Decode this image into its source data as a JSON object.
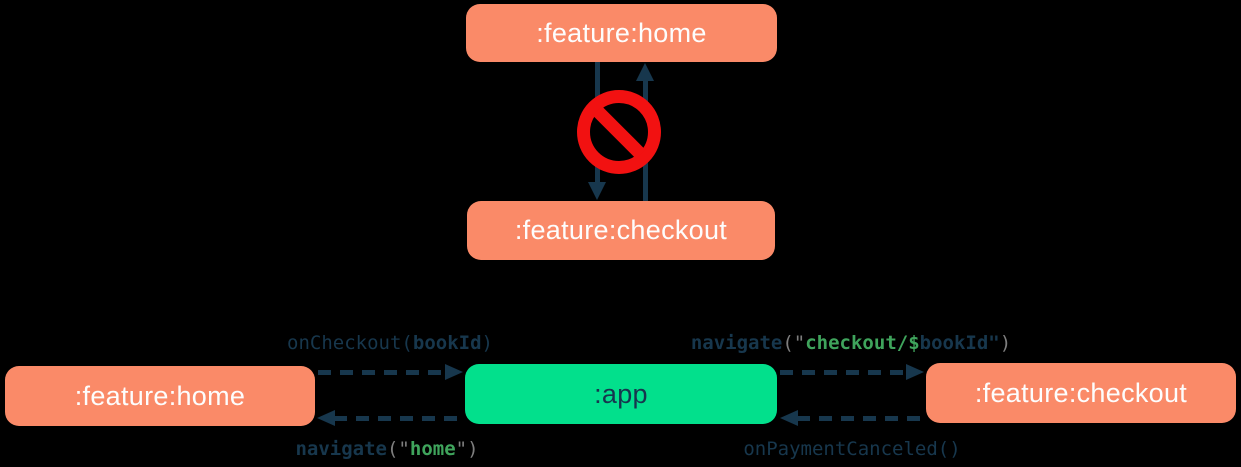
{
  "colors": {
    "background": "#000000",
    "feature_box": "#FA8A68",
    "app_box": "#02E08C",
    "feature_box_text": "#FDFDFD",
    "app_box_text": "#17364E",
    "arrow_navy": "#17374D",
    "code_navy": "#17374D",
    "code_green": "#3FA45C",
    "code_gray": "#7E7E7E",
    "no_entry_red": "#F21111"
  },
  "top_diagram": {
    "boxes": {
      "home": ":feature:home",
      "checkout": ":feature:checkout"
    },
    "no_entry_icon": "no-entry-sign"
  },
  "bottom_diagram": {
    "boxes": {
      "home": ":feature:home",
      "app": ":app",
      "checkout": ":feature:checkout"
    },
    "code_labels": {
      "on_checkout": {
        "text": "onCheckout(bookId)",
        "segments": [
          {
            "t": "onCheckout(",
            "c": "navy"
          },
          {
            "t": "bookId",
            "c": "navy-bold"
          },
          {
            "t": ")",
            "c": "navy"
          }
        ]
      },
      "navigate_home": {
        "text": "navigate(\"home\")",
        "segments": [
          {
            "t": "navigate",
            "c": "navy-bold"
          },
          {
            "t": "(\"",
            "c": "gray"
          },
          {
            "t": "home",
            "c": "green-bold"
          },
          {
            "t": "\")",
            "c": "gray"
          }
        ]
      },
      "navigate_checkout": {
        "text": "navigate(\"checkout/$bookId\")",
        "segments": [
          {
            "t": "navigate",
            "c": "navy-bold"
          },
          {
            "t": "(\"",
            "c": "gray"
          },
          {
            "t": "checkout/$",
            "c": "green-bold"
          },
          {
            "t": "bookId\"",
            "c": "navy-bold"
          },
          {
            "t": ")",
            "c": "gray"
          }
        ]
      },
      "on_payment_canceled": {
        "text": "onPaymentCanceled()",
        "segments": [
          {
            "t": "onPaymentCanceled()",
            "c": "navy"
          }
        ]
      }
    }
  }
}
